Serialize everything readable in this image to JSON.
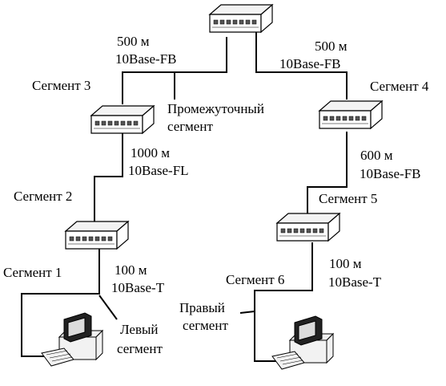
{
  "labels": {
    "top_left_len": "500 м",
    "top_left_std": "10Base-FB",
    "top_right_len": "500 м",
    "top_right_std": "10Base-FB",
    "seg3": "Сегмент 3",
    "seg4": "Сегмент 4",
    "middle_line1": "Промежуточный",
    "middle_line2": "сегмент",
    "left_len1": "1000 м",
    "left_std1": "10Base-FL",
    "right_len1": "600 м",
    "right_std1": "10Base-FB",
    "seg2": "Сегмент 2",
    "seg5": "Сегмент 5",
    "seg1": "Сегмент 1",
    "seg6": "Сегмент 6",
    "left_len2": "100 м",
    "left_std2": "10Base-T",
    "right_len2": "100 м",
    "right_std2": "10Base-T",
    "left_seg_line1": "Левый",
    "left_seg_line2": "сегмент",
    "right_seg_line1": "Правый",
    "right_seg_line2": "сегмент"
  }
}
